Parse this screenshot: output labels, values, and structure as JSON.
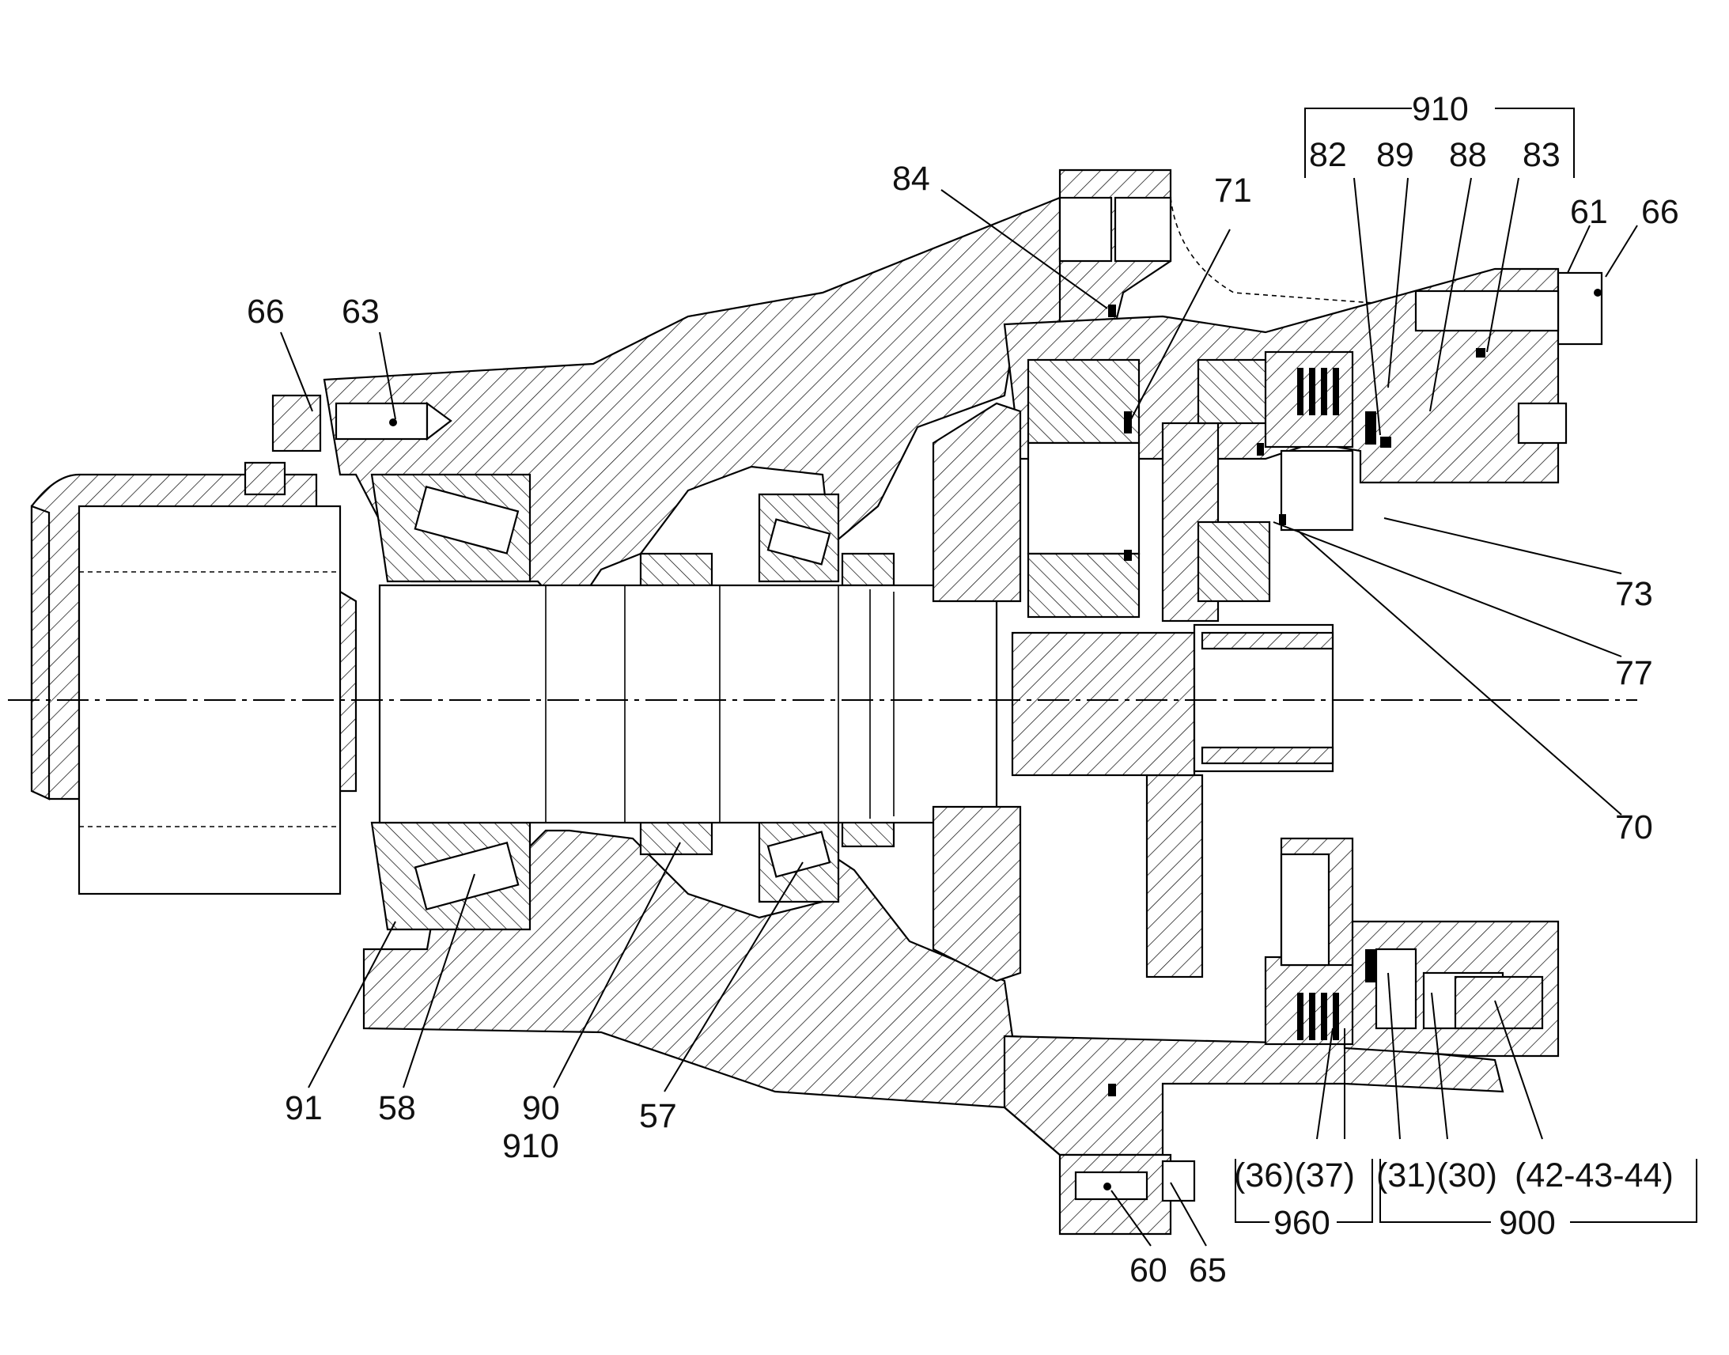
{
  "labels": {
    "g910_top": "910",
    "l82": "82",
    "l89": "89",
    "l88": "88",
    "l83": "83",
    "l84": "84",
    "l71": "71",
    "l61": "61",
    "l66_right": "66",
    "l66_left": "66",
    "l63": "63",
    "l73": "73",
    "l77": "77",
    "l70": "70",
    "l91": "91",
    "l58": "58",
    "l90": "90",
    "l910_bottom": "910",
    "l57": "57",
    "l60": "60",
    "l65": "65",
    "l36_37": "(36)(37)",
    "l31_30": "(31)(30)",
    "l42_43_44": "(42-43-44)",
    "g960": "960",
    "g900": "900"
  }
}
